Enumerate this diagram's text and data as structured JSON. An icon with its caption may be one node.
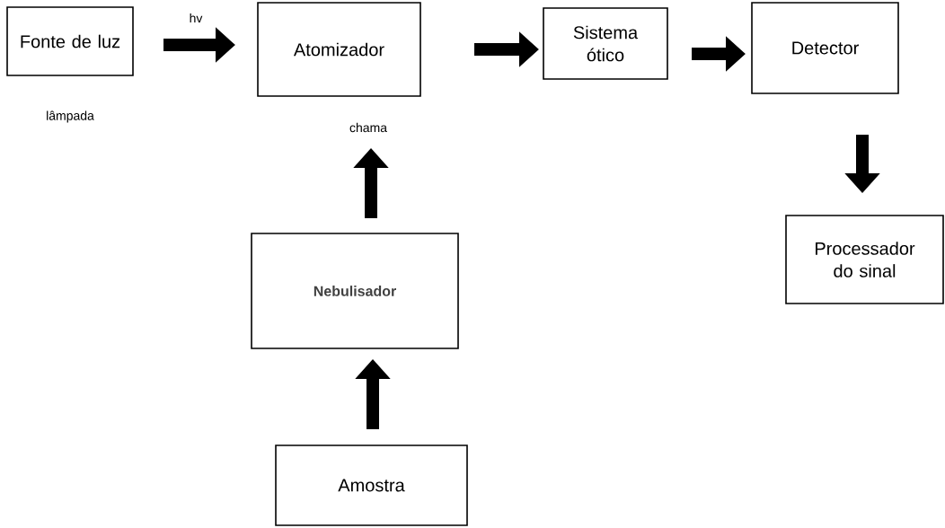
{
  "diagram": {
    "nodes": [
      {
        "text": [
          "Fonte de luz"
        ],
        "beside": [
          "lâmpada"
        ]
      },
      {
        "text": [
          "Atomizador"
        ]
      },
      {
        "text": [
          "Sistema ótico"
        ]
      },
      {
        "text": [
          "Detector"
        ]
      },
      {
        "text": [
          "Processador do sinal"
        ]
      },
      {
        "text": [
          "Nebulisador"
        ]
      },
      {
        "text": [
          "Amostra"
        ]
      }
    ],
    "edges": [
      {
        "from": 0,
        "to": 1,
        "arrow": "to",
        "label": "hv"
      },
      {
        "from": 1,
        "to": 2,
        "arrow": "to"
      },
      {
        "from": 2,
        "to": 3,
        "arrow": "to"
      },
      {
        "from": 3,
        "to": 4,
        "arrow": "to"
      },
      {
        "from": 5,
        "to": 1,
        "arrow": "to",
        "label": "chama"
      },
      {
        "from": 6,
        "to": 5,
        "arrow": "to"
      }
    ]
  }
}
